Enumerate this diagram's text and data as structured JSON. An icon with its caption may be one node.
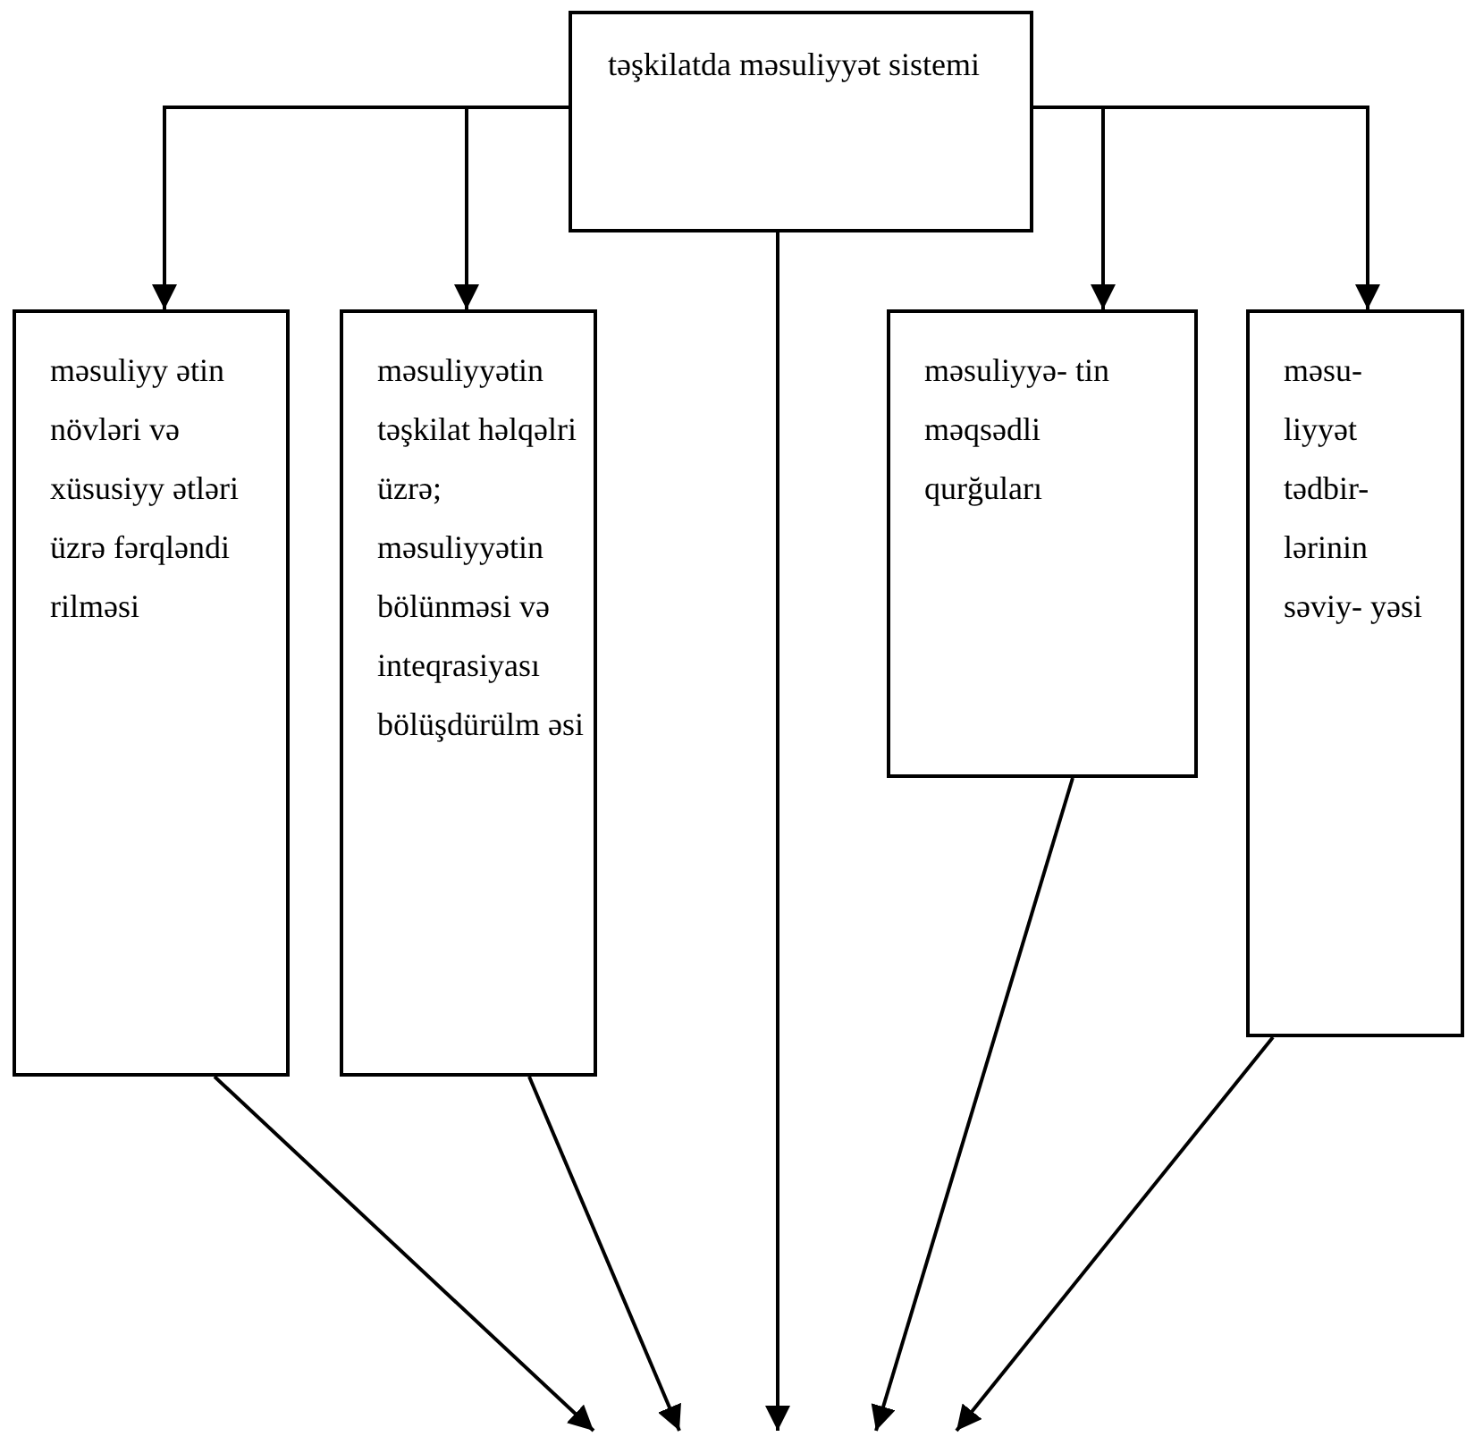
{
  "diagram": {
    "nodes": [
      {
        "text": [
          "təşkilatda məsuliyyət sistemi"
        ]
      },
      {
        "text": [
          "məsuliyy ətin növləri və xüsusiyy ətləri üzrə fərqləndi rilməsi"
        ]
      },
      {
        "text": [
          "məsuliyyətin təşkilat həlqəlri üzrə; məsuliyyətin bölünməsi və inteqrasiyası bölüşdürülm əsi"
        ]
      },
      {
        "text": [
          "məsuliyyə- tin məqsədli qurğuları"
        ]
      },
      {
        "text": [
          "məsu- liyyət tədbir- lərinin səviy- yəsi"
        ]
      }
    ],
    "edges": [
      {
        "from": 0,
        "to": 1,
        "arrow": "to"
      },
      {
        "from": 0,
        "to": 2,
        "arrow": "to"
      },
      {
        "from": 0,
        "to": 3,
        "arrow": "to"
      },
      {
        "from": 0,
        "to": 4,
        "arrow": "to"
      },
      {
        "from": 0,
        "to": null,
        "arrow": "to"
      },
      {
        "from": 1,
        "to": null,
        "arrow": "to"
      },
      {
        "from": 2,
        "to": null,
        "arrow": "to"
      },
      {
        "from": 3,
        "to": null,
        "arrow": "to"
      },
      {
        "from": 4,
        "to": null,
        "arrow": "to"
      }
    ]
  }
}
